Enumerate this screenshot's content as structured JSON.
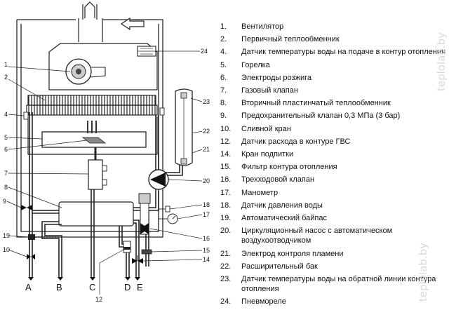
{
  "watermark": "teplolab.by",
  "callouts": [
    "1",
    "2",
    "4",
    "5",
    "6",
    "7",
    "8",
    "9",
    "19",
    "10",
    "24",
    "23",
    "22",
    "21",
    "20",
    "18",
    "17",
    "16",
    "15",
    "14",
    "12"
  ],
  "connections": [
    "A",
    "B",
    "C",
    "D",
    "E"
  ],
  "legend": [
    {
      "num": "1.",
      "text": "Вентилятор"
    },
    {
      "num": "2.",
      "text": "Первичный теплообменник"
    },
    {
      "num": "4.",
      "text": "Датчик температуры воды на подаче в контур отопления"
    },
    {
      "num": "5.",
      "text": "Горелка"
    },
    {
      "num": "6.",
      "text": "Электроды розжига"
    },
    {
      "num": "7.",
      "text": "Газовый клапан"
    },
    {
      "num": "8.",
      "text": "Вторичный пластинчатый теплообменник"
    },
    {
      "num": "9.",
      "text": "Предохранительный клапан 0,3 МПа (3 бар)"
    },
    {
      "num": "10.",
      "text": "Сливной кран"
    },
    {
      "num": "12.",
      "text": "Датчик расхода в контуре ГВС"
    },
    {
      "num": "14.",
      "text": "Кран подпитки"
    },
    {
      "num": "15.",
      "text": "Фильтр контура отопления"
    },
    {
      "num": "16.",
      "text": "Трехходовой клапан"
    },
    {
      "num": "17.",
      "text": "Манометр"
    },
    {
      "num": "18.",
      "text": "Датчик давления воды"
    },
    {
      "num": "19.",
      "text": "Автоматический байпас"
    },
    {
      "num": "20.",
      "text": "Циркуляционный насос с автоматическом воздухоотводчиком"
    },
    {
      "num": "21.",
      "text": "Электрод контроля пламени"
    },
    {
      "num": "22.",
      "text": "Расширительный бак"
    },
    {
      "num": "23.",
      "text": "Датчик температуры воды на обратной линии контура отопления"
    },
    {
      "num": "24.",
      "text": "Пневмореле"
    }
  ]
}
